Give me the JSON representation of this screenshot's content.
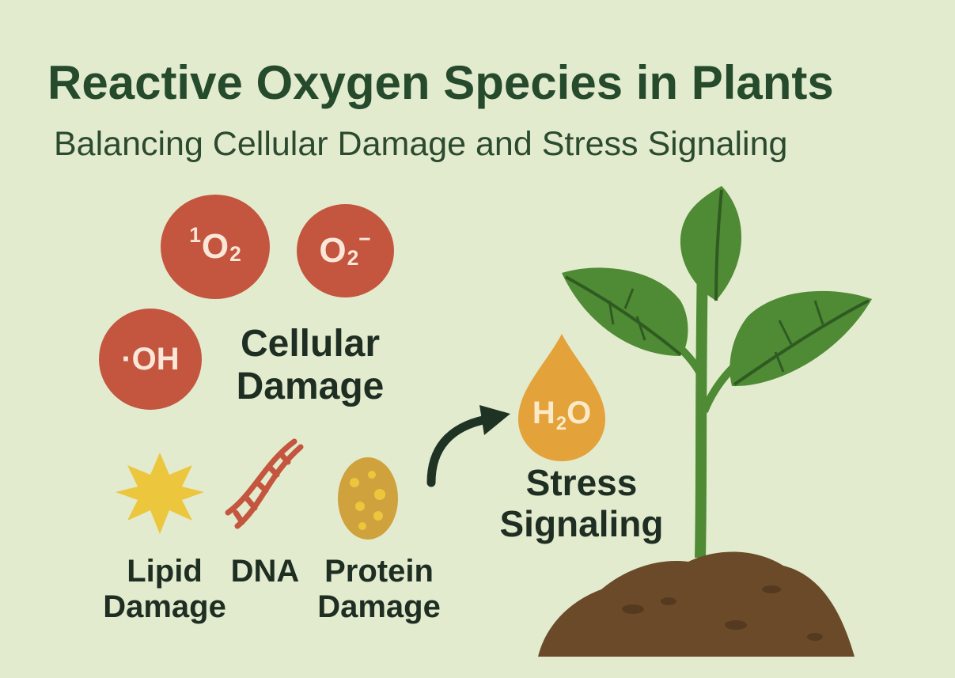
{
  "title": "Reactive Oxygen Species in Plants",
  "subtitle": "Balancing Cellular Damage and Stress Signaling",
  "ros_species": {
    "singlet_oxygen": {
      "sup": "1",
      "base": "O",
      "sub": "2"
    },
    "superoxide": {
      "base": "O",
      "sub": "2",
      "sup": "−"
    },
    "hydroxyl": {
      "text": "·OH"
    }
  },
  "cellular_damage": {
    "line1": "Cellular",
    "line2": "Damage"
  },
  "damage_types": {
    "lipid": {
      "line1": "Lipid",
      "line2": "Damage",
      "icon": "starburst-icon"
    },
    "dna": {
      "line1": "DNA",
      "icon": "dna-helix-icon"
    },
    "protein": {
      "line1": "Protein",
      "line2": "Damage",
      "icon": "protein-blob-icon"
    }
  },
  "signaling": {
    "molecule": {
      "base": "H",
      "sub": "2",
      "tail": "O"
    },
    "line1": "Stress",
    "line2": "Signaling"
  },
  "colors": {
    "background": "#e3ebcf",
    "ros_red": "#c4553e",
    "title_green": "#254a2c",
    "droplet_orange": "#e3a23a",
    "leaf_green": "#4f8a35",
    "soil_brown": "#6b4a2a",
    "star_yellow": "#ecc63c"
  }
}
